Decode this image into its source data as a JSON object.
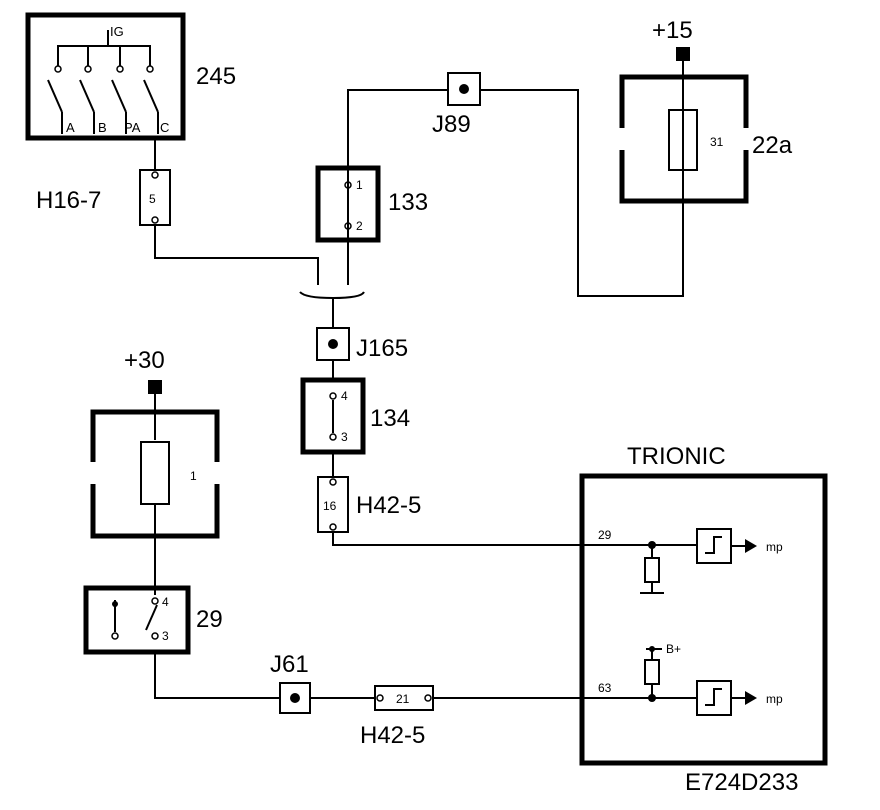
{
  "components": {
    "ignition_switch": {
      "id": "245",
      "tag": "IG",
      "contacts": [
        "A",
        "B",
        "PA",
        "C"
      ]
    },
    "fuse_15": {
      "supply": "+15",
      "id": "22a",
      "fuse_no": "31"
    },
    "fuse_30": {
      "supply": "+30",
      "fuse_no": "1"
    },
    "connector_h16": {
      "id": "H16-7",
      "pin": "5"
    },
    "connector_h42_upper": {
      "id": "H42-5",
      "pin": "16"
    },
    "connector_h42_lower": {
      "id": "H42-5",
      "pin": "21"
    },
    "junction_j89": {
      "id": "J89"
    },
    "junction_j165": {
      "id": "J165"
    },
    "junction_j61": {
      "id": "J61"
    },
    "relay_133": {
      "id": "133",
      "pin_a": "1",
      "pin_b": "2"
    },
    "relay_134": {
      "id": "134",
      "pin_a": "4",
      "pin_b": "3"
    },
    "relay_29": {
      "id": "29",
      "pin_a": "4",
      "pin_b": "3"
    },
    "trionic": {
      "title": "TRIONIC",
      "pin_upper": "29",
      "pin_lower": "63",
      "output_upper": "mp",
      "output_lower": "mp",
      "supply": "B+"
    }
  },
  "drawing_code": "E724D233"
}
